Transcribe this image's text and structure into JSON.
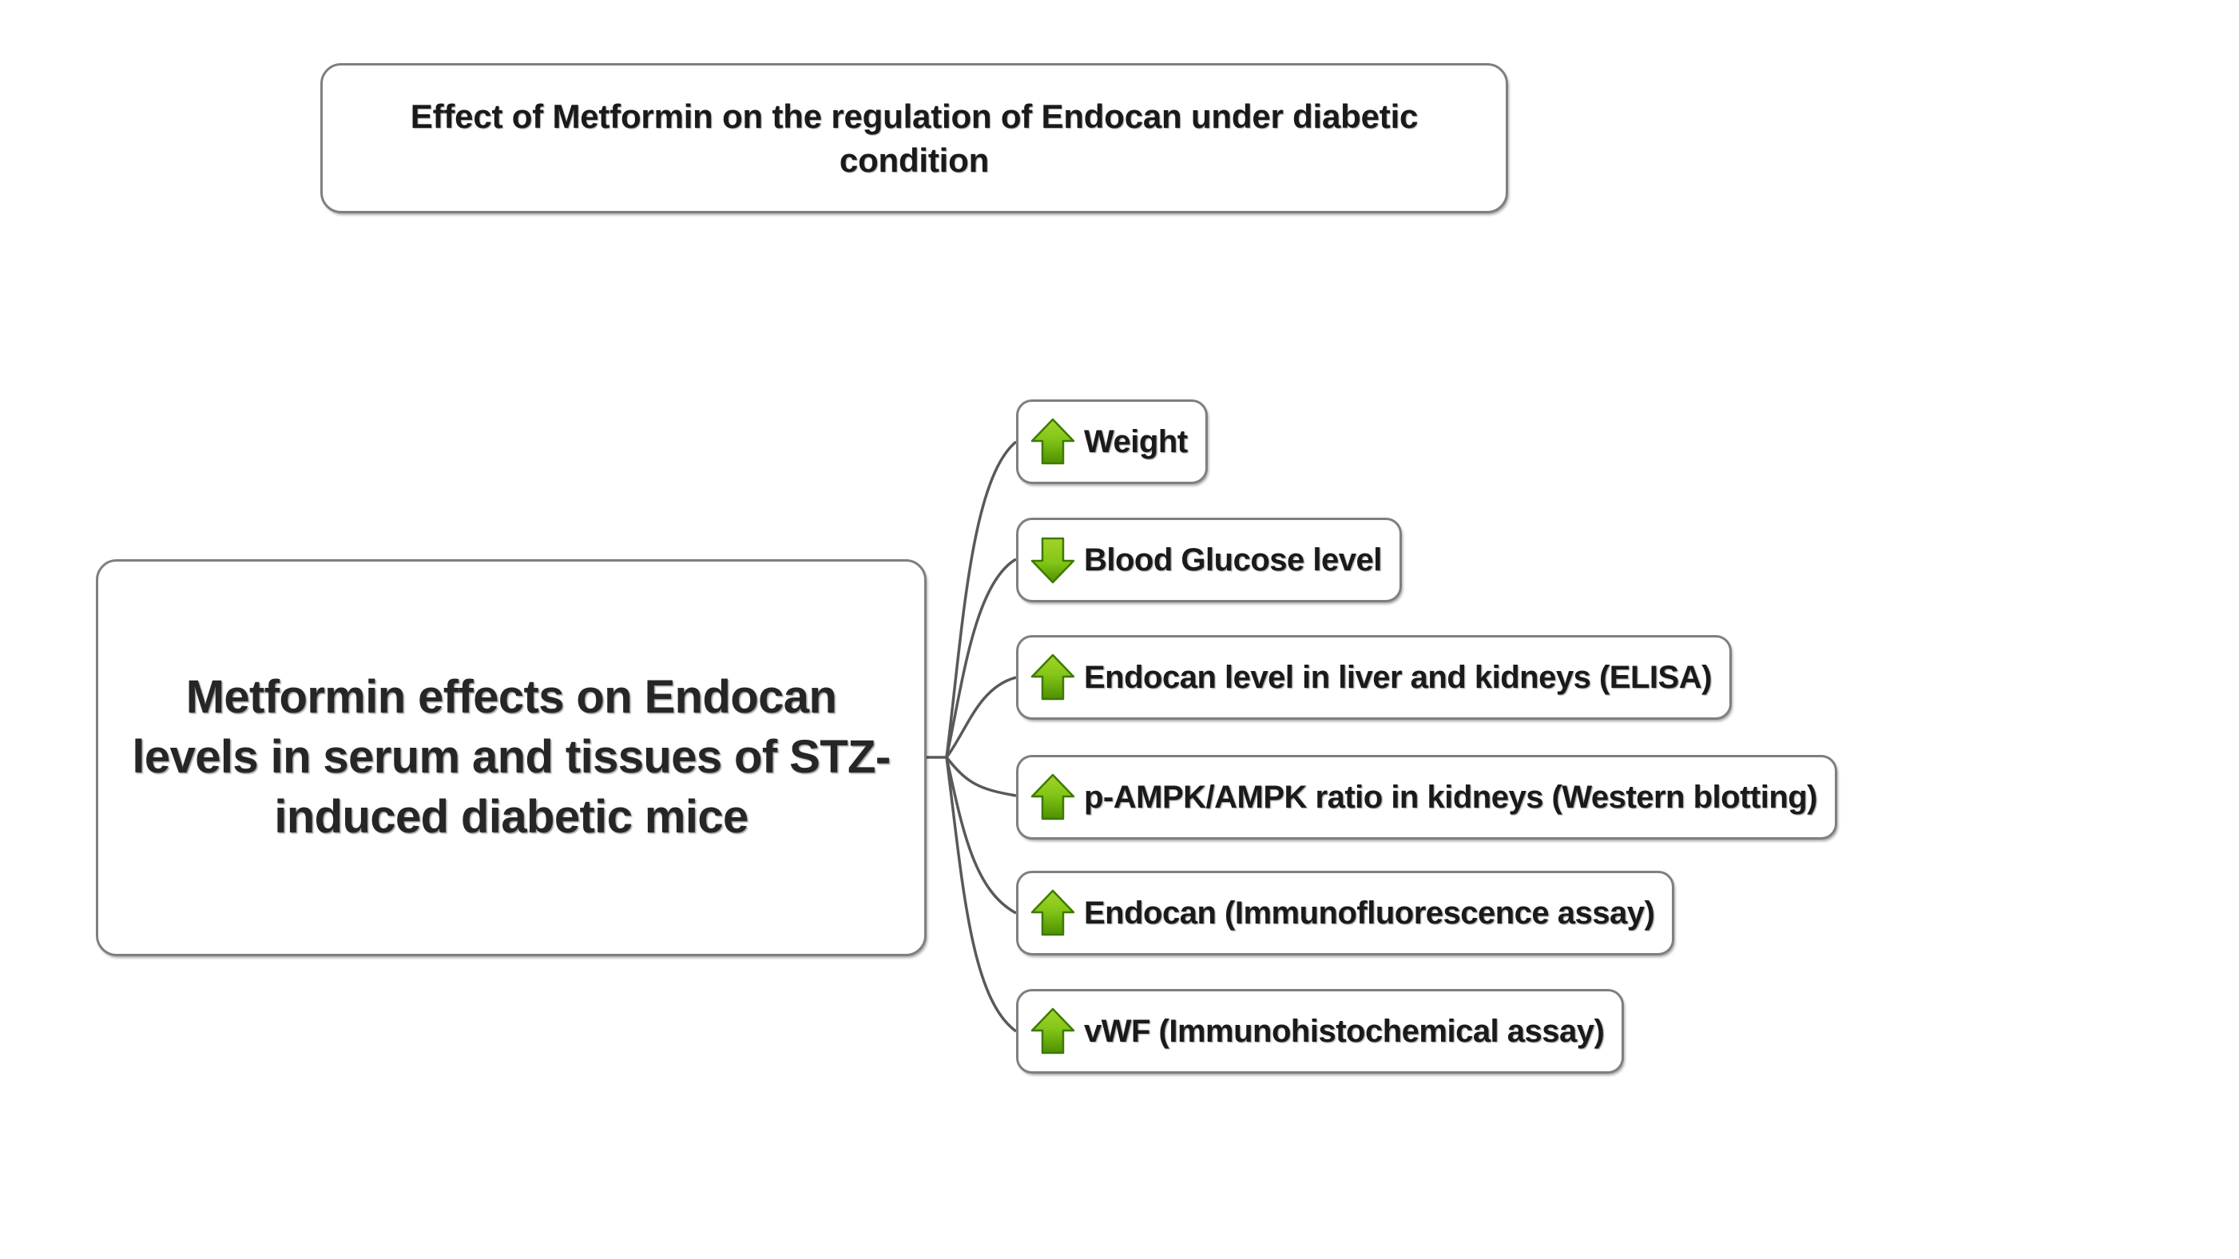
{
  "diagram": {
    "title_box": {
      "text": "Effect of Metformin on the regulation of Endocan under diabetic condition"
    },
    "central_node": {
      "text": "Metformin effects on Endocan levels in serum and tissues of STZ-induced diabetic mice"
    },
    "branches": [
      {
        "icon": "arrow-up-icon",
        "direction": "up",
        "label": "Weight"
      },
      {
        "icon": "arrow-down-icon",
        "direction": "down",
        "label": "Blood Glucose level"
      },
      {
        "icon": "arrow-up-icon",
        "direction": "up",
        "label": "Endocan level in liver and kidneys (ELISA)"
      },
      {
        "icon": "arrow-up-icon",
        "direction": "up",
        "label": "p-AMPK/AMPK ratio in kidneys (Western blotting)"
      },
      {
        "icon": "arrow-up-icon",
        "direction": "up",
        "label": "Endocan (Immunofluorescence assay)"
      },
      {
        "icon": "arrow-up-icon",
        "direction": "up",
        "label": "vWF (Immunohistochemical assay)"
      }
    ],
    "colors": {
      "background": "#ffffff",
      "box_border": "#7f7f7f",
      "box_fill": "#ffffff",
      "text": "#1a1a1a",
      "arrow_green_light": "#a4d32a",
      "arrow_green_mid": "#7cc014",
      "arrow_green_dark": "#4e9000",
      "arrow_outline": "#3d7a00",
      "connector_line": "#595959"
    }
  }
}
